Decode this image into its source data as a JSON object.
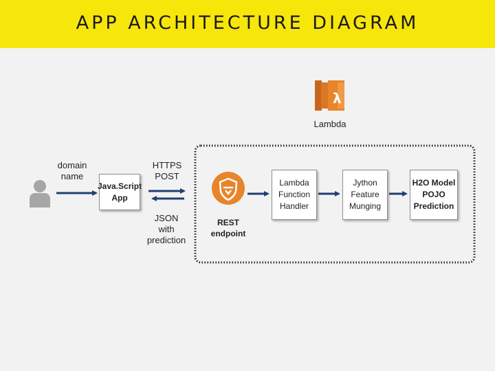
{
  "header": {
    "title": "APP ARCHITECTURE DIAGRAM"
  },
  "nodes": {
    "lambda": {
      "label": "Lambda"
    },
    "user": {
      "label_line1": "domain",
      "label_line2": "name"
    },
    "javascript_app": {
      "label_line1": "Java.Script",
      "label_line2": "App"
    },
    "rest_endpoint": {
      "label_line1": "REST",
      "label_line2": "endpoint"
    },
    "lambda_function_handler": {
      "line1": "Lambda",
      "line2": "Function",
      "line3": "Handler"
    },
    "jython_feature_munging": {
      "line1": "Jython",
      "line2": "Feature",
      "line3": "Munging"
    },
    "h2o_model": {
      "line1": "H2O Model",
      "line2": "POJO",
      "line3": "Prediction"
    }
  },
  "edges": {
    "request": {
      "line1": "HTTPS",
      "line2": "POST"
    },
    "response": {
      "line1": "JSON",
      "line2": "with",
      "line3": "prediction"
    }
  },
  "colors": {
    "title_bar": "#f7e60a",
    "background": "#f2f2f2",
    "arrow": "#1f3f73",
    "aws_orange": "#e8842a",
    "user_icon": "#a6a6a6"
  },
  "icons": [
    "user-icon",
    "aws-lambda-icon",
    "api-gateway-icon"
  ]
}
